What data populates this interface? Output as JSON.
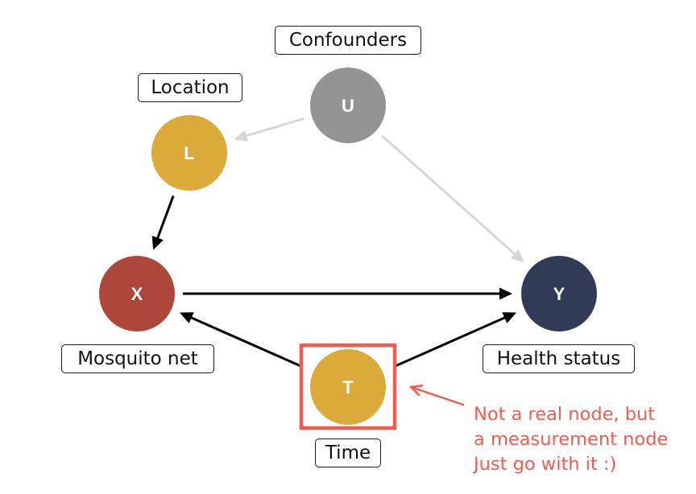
{
  "diagram": {
    "type": "causal-dag",
    "nodes": [
      {
        "id": "U",
        "letter": "U",
        "label": "Confounders",
        "color": "#939393"
      },
      {
        "id": "L",
        "letter": "L",
        "label": "Location",
        "color": "#dca93b"
      },
      {
        "id": "X",
        "letter": "X",
        "label": "Mosquito net",
        "color": "#ad473b"
      },
      {
        "id": "Y",
        "letter": "Y",
        "label": "Health status",
        "color": "#323b55"
      },
      {
        "id": "T",
        "letter": "T",
        "label": "Time",
        "color": "#dca93b"
      }
    ],
    "edges": [
      {
        "from": "U",
        "to": "L",
        "style": "faded",
        "color": "#d6d6d6"
      },
      {
        "from": "U",
        "to": "Y",
        "style": "faded",
        "color": "#d6d6d6"
      },
      {
        "from": "L",
        "to": "X",
        "style": "solid",
        "color": "#000000"
      },
      {
        "from": "X",
        "to": "Y",
        "style": "solid",
        "color": "#000000"
      },
      {
        "from": "T",
        "to": "X",
        "style": "solid",
        "color": "#000000"
      },
      {
        "from": "T",
        "to": "Y",
        "style": "solid",
        "color": "#000000"
      }
    ],
    "highlight": {
      "node": "T",
      "color": "#f25c4e"
    },
    "annotation": {
      "lines": [
        "Not a real node, but",
        "a measurement node",
        "Just go with it :)"
      ],
      "color": "#f25c4e",
      "points_to": "T"
    }
  }
}
